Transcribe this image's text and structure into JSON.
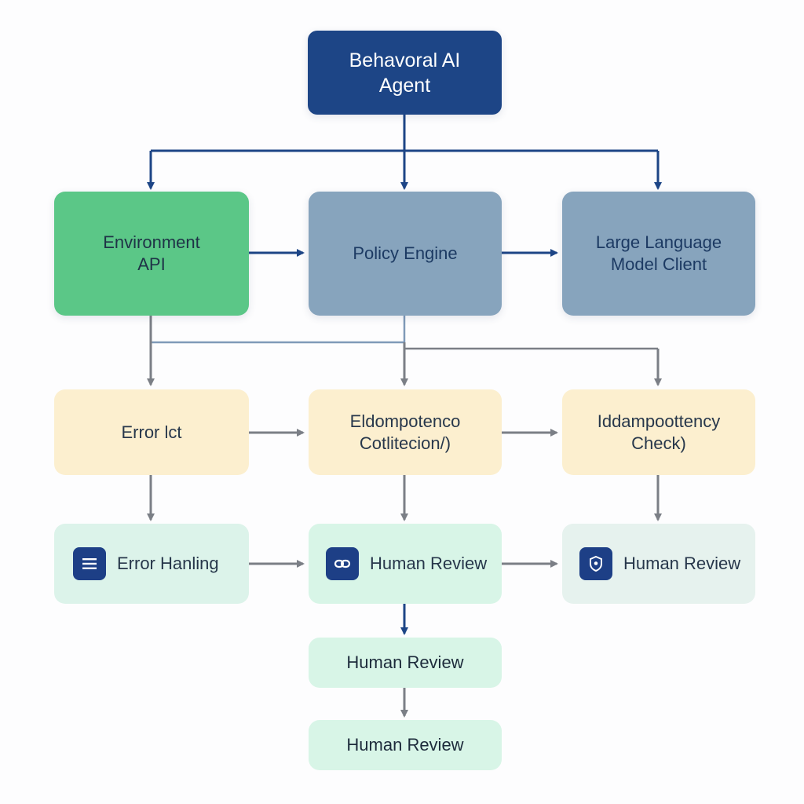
{
  "nodes": {
    "agent": "Behavoral AI\nAgent",
    "environment_api": "Environment\nAPI",
    "policy_engine": "Policy Engine",
    "llm_client": "Large Language\nModel Client",
    "error_list": "Error lct",
    "idempotence_collection": "Eldompotenco\nCotlitecion/)",
    "idempotency_check": "Iddampoottency\nCheck)",
    "error_handling": "Error Hanling",
    "human_review_mid": "Human Review",
    "human_review_right": "Human Review",
    "human_review_3": "Human Review",
    "human_review_4": "Human Review"
  },
  "icons": {
    "error_handling": "list-icon",
    "human_review_mid": "link-icon",
    "human_review_right": "shield-icon"
  },
  "colors": {
    "agent": "#1d4586",
    "environment": "#5bc787",
    "policy": "#87a4bd",
    "check": "#fcefcf",
    "review": "#d8f5e7",
    "arrow_primary": "#1d4586",
    "arrow_secondary": "#7b7f86"
  }
}
